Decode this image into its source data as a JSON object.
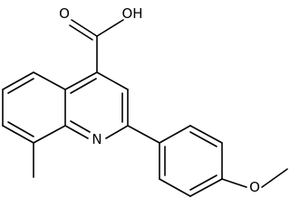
{
  "structure": {
    "atoms": [
      {
        "id": "o_carbonyl",
        "label": "O"
      },
      {
        "id": "o_hydroxyl",
        "label": "OH"
      },
      {
        "id": "n_ring",
        "label": "N"
      },
      {
        "id": "o_methoxy",
        "label": "O"
      }
    ]
  }
}
